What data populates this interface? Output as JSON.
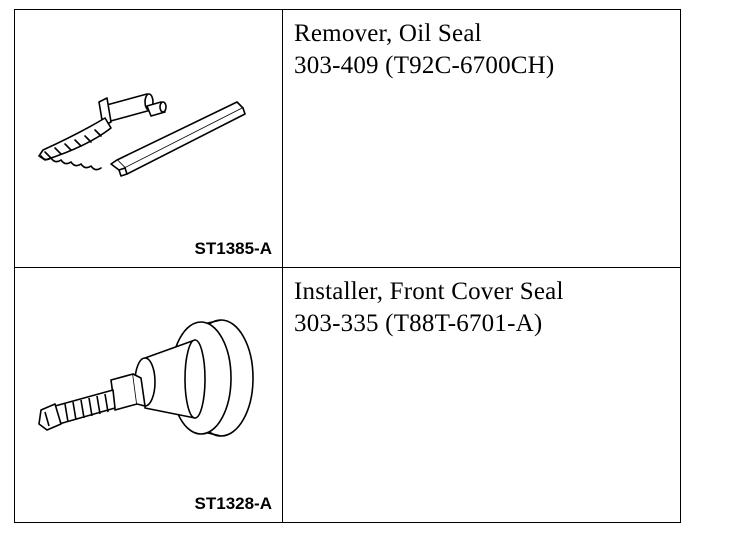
{
  "tools": [
    {
      "name": "Remover, Oil Seal",
      "number": "303-409 (T92C-6700CH)",
      "figure_code": "ST1385-A",
      "illustration_icon": "oil-seal-remover-icon"
    },
    {
      "name": "Installer, Front Cover Seal",
      "number": "303-335 (T88T-6701-A)",
      "figure_code": "ST1328-A",
      "illustration_icon": "front-cover-seal-installer-icon"
    }
  ]
}
